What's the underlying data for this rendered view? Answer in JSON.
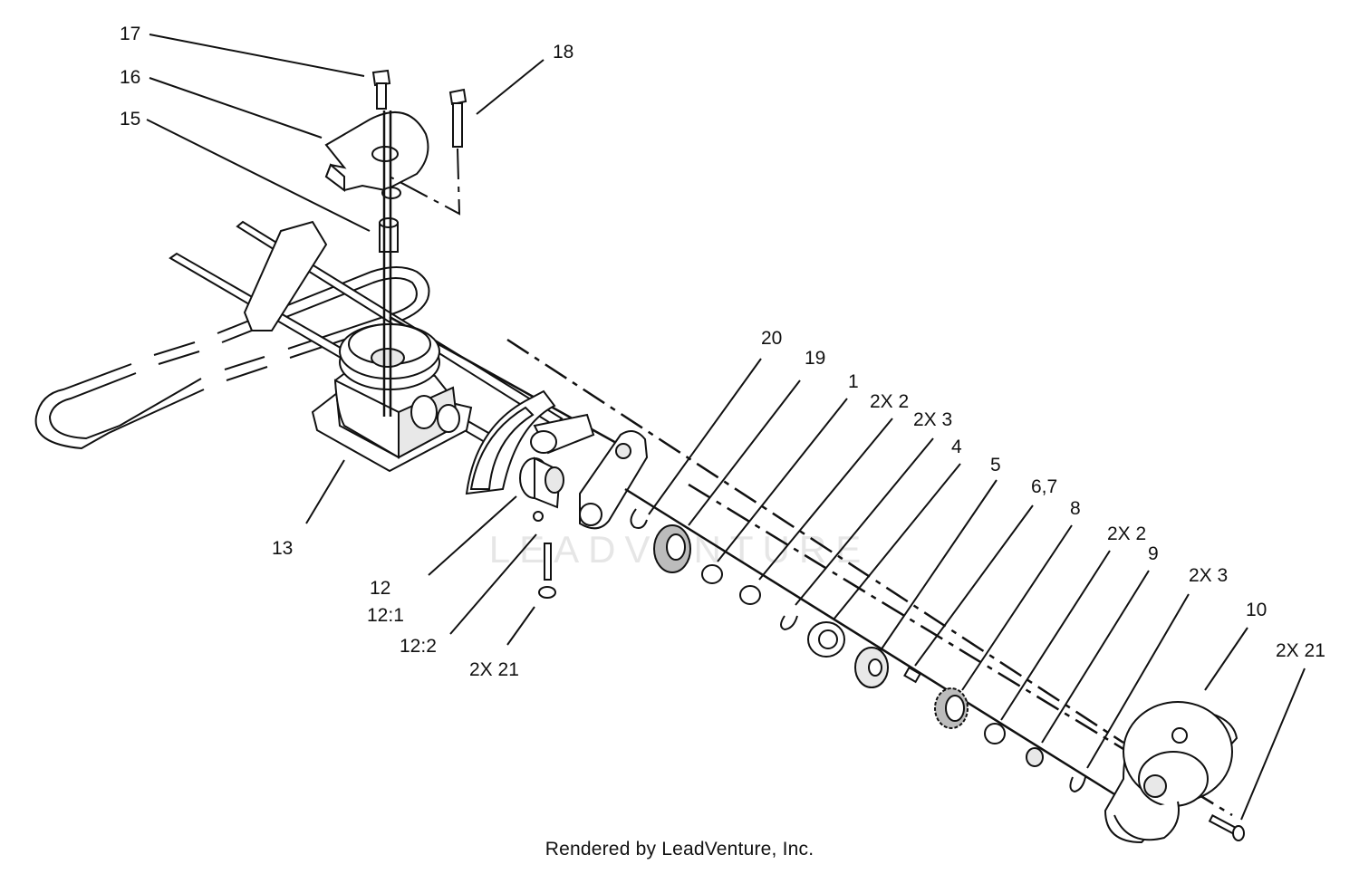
{
  "callouts": [
    {
      "id": "c17",
      "text": "17"
    },
    {
      "id": "c16",
      "text": "16"
    },
    {
      "id": "c15",
      "text": "15"
    },
    {
      "id": "c18",
      "text": "18"
    },
    {
      "id": "c20",
      "text": "20"
    },
    {
      "id": "c19",
      "text": "19"
    },
    {
      "id": "c1",
      "text": "1"
    },
    {
      "id": "c2x2a",
      "text": "2X 2"
    },
    {
      "id": "c2x3a",
      "text": "2X 3"
    },
    {
      "id": "c4",
      "text": "4"
    },
    {
      "id": "c5",
      "text": "5"
    },
    {
      "id": "c67",
      "text": "6,7"
    },
    {
      "id": "c8",
      "text": "8"
    },
    {
      "id": "c2x2b",
      "text": "2X 2"
    },
    {
      "id": "c9",
      "text": "9"
    },
    {
      "id": "c2x3b",
      "text": "2X 3"
    },
    {
      "id": "c10",
      "text": "10"
    },
    {
      "id": "c2x21b",
      "text": "2X 21"
    },
    {
      "id": "c13",
      "text": "13"
    },
    {
      "id": "c12",
      "text": "12"
    },
    {
      "id": "c121",
      "text": "12:1"
    },
    {
      "id": "c122",
      "text": "12:2"
    },
    {
      "id": "c2x21a",
      "text": "2X 21"
    }
  ],
  "footer": {
    "credit": "Rendered by LeadVenture, Inc."
  },
  "watermark": {
    "text": "LEADVENTURE"
  }
}
